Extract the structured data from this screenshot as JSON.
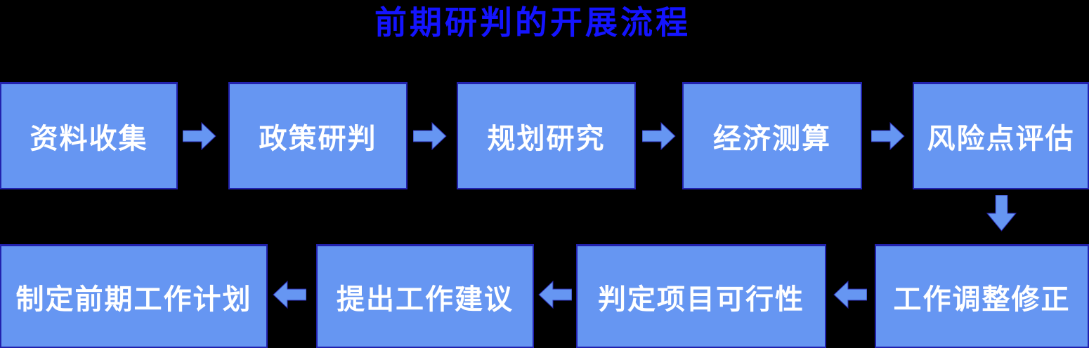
{
  "title": "前期研判的开展流程",
  "colors": {
    "background": "#000000",
    "title_text": "#1414FF",
    "box_fill": "#6696F2",
    "box_border": "#2222AE",
    "box_text": "#FFFFFF",
    "arrow_fill": "#6696F2"
  },
  "flow": {
    "row1": [
      {
        "label": "资料收集"
      },
      {
        "label": "政策研判"
      },
      {
        "label": "规划研究"
      },
      {
        "label": "经济测算"
      },
      {
        "label": "风险点评估"
      }
    ],
    "row2_right_to_left": [
      {
        "label": "工作调整修正"
      },
      {
        "label": "判定项目可行性"
      },
      {
        "label": "提出工作建议"
      },
      {
        "label": "制定前期工作计划"
      }
    ]
  },
  "icons": {
    "right_arrow": "block-arrow-right",
    "left_arrow": "block-arrow-left",
    "down_arrow": "block-arrow-down"
  }
}
